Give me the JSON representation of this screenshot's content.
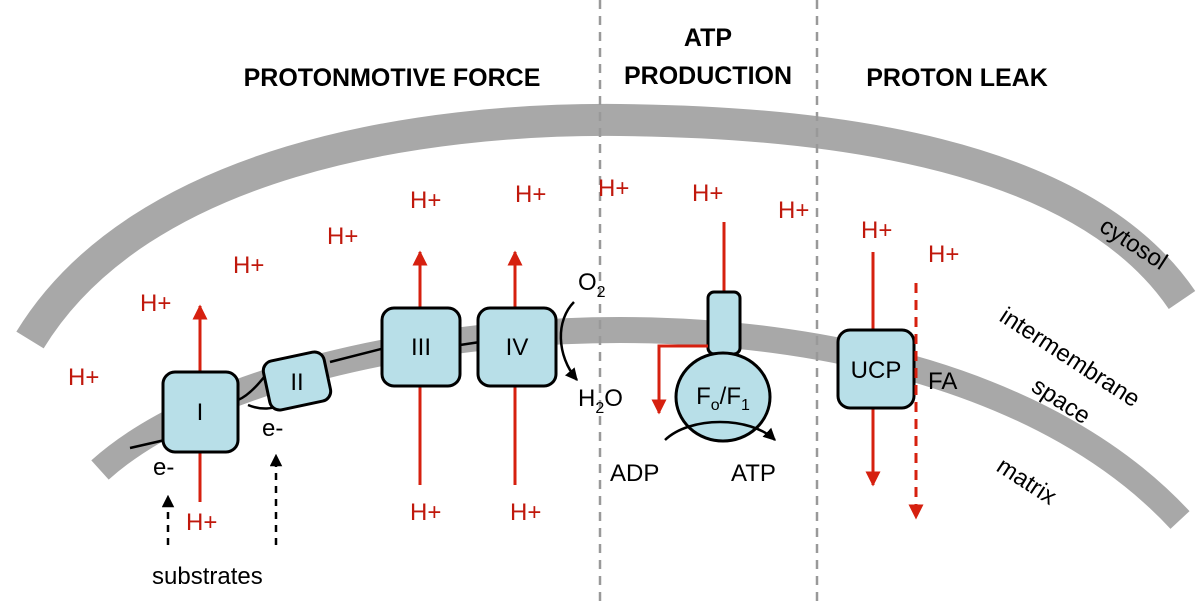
{
  "headers": {
    "pmf": "PROTONMOTIVE FORCE",
    "atp_line1": "ATP",
    "atp_line2": "PRODUCTION",
    "leak": "PROTON LEAK"
  },
  "regions": {
    "cytosol": "cytosol",
    "intermembrane_line1": "intermembrane",
    "intermembrane_line2": "space",
    "matrix": "matrix"
  },
  "complexes": {
    "c1": "I",
    "c2": "II",
    "c3": "III",
    "c4": "IV",
    "synthase_base": "F",
    "synthase_sub_o": "o",
    "synthase_slash": "/F",
    "synthase_sub_1": "1",
    "ucp": "UCP"
  },
  "labels": {
    "proton": "H+",
    "electron": "e-",
    "substrates": "substrates",
    "oxygen": "O",
    "oxygen_sub": "2",
    "water_h": "H",
    "water_sub": "2",
    "water_o": "O",
    "adp": "ADP",
    "atp": "ATP",
    "fatty_acid": "FA"
  },
  "colors": {
    "proton": "#c0180c",
    "arrow": "#d6200f",
    "membrane": "#a8a8a8",
    "complex_fill": "#b8dfe8"
  }
}
